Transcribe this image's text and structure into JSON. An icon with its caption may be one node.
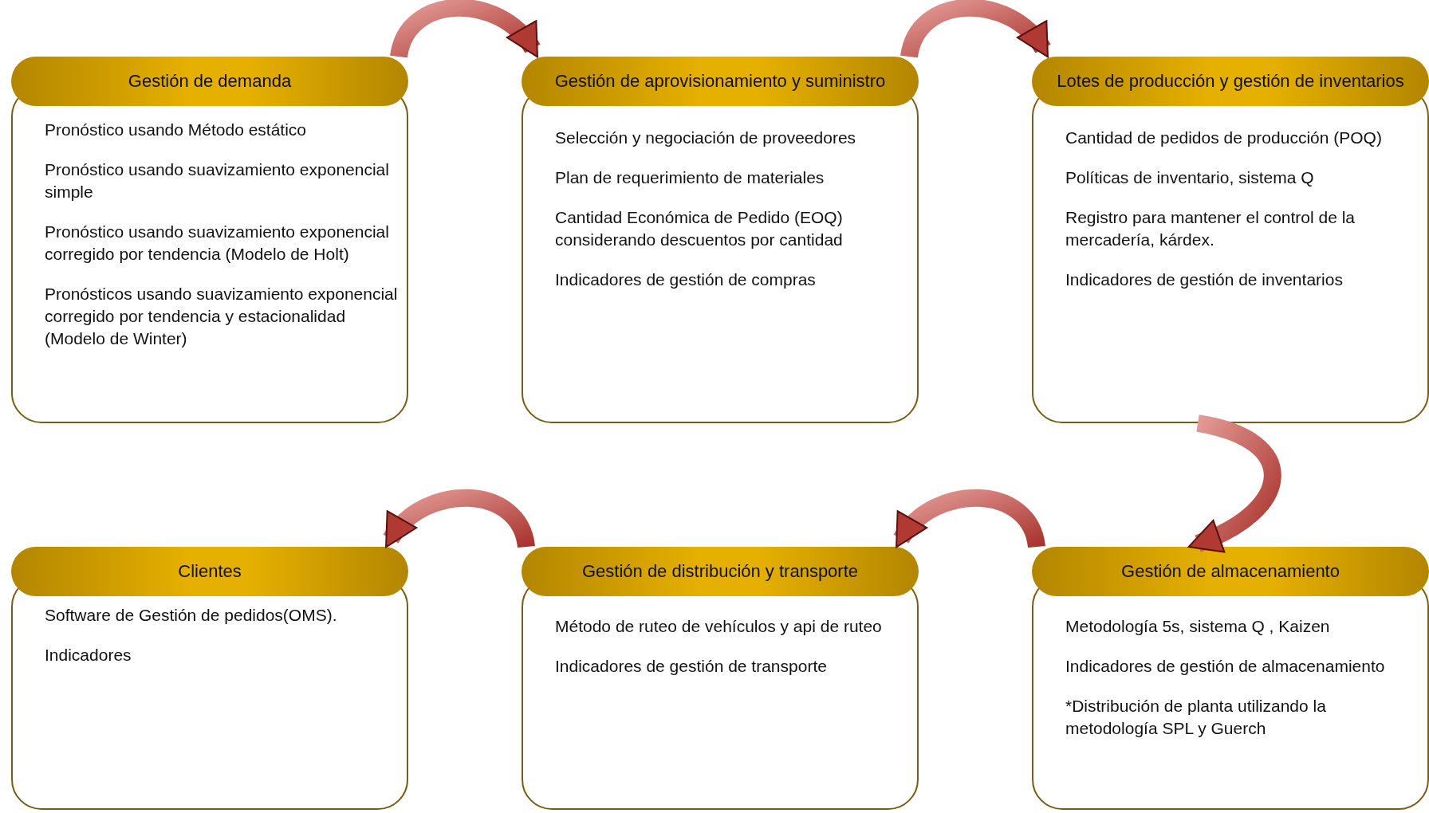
{
  "diagram": {
    "nodes": [
      {
        "text": [
          "Gestión de demanda",
          "Pronóstico usando Método estático",
          "Pronóstico usando suavizamiento exponencial simple",
          "Pronóstico usando suavizamiento exponencial corregido por tendencia (Modelo de Holt)",
          "Pronósticos usando suavizamiento exponencial corregido por tendencia y estacionalidad (Modelo de Winter)"
        ]
      },
      {
        "text": [
          "Gestión de aprovisionamiento y suministro",
          "Selección y negociación de proveedores",
          "Plan de requerimiento de materiales",
          "Cantidad Económica de Pedido (EOQ) considerando descuentos por cantidad",
          "Indicadores de gestión de compras"
        ]
      },
      {
        "text": [
          "Lotes de producción y gestión de inventarios",
          "Cantidad de pedidos de producción (POQ)",
          "Políticas de inventario, sistema Q",
          "Registro para mantener el control de la mercadería, kárdex.",
          "Indicadores de gestión de inventarios"
        ]
      },
      {
        "text": [
          "Clientes",
          "Software de Gestión de pedidos(OMS).",
          "Indicadores"
        ]
      },
      {
        "text": [
          "Gestión de distribución y transporte",
          "Método de ruteo de vehículos y api de ruteo",
          "Indicadores de gestión de transporte"
        ]
      },
      {
        "text": [
          "Gestión de almacenamiento",
          "Metodología 5s, sistema Q , Kaizen",
          "Indicadores de gestión de almacenamiento",
          "*Distribución de planta utilizando la metodología SPL y Guerch"
        ]
      }
    ],
    "edges": [
      {
        "from": 0,
        "to": 1,
        "arrow": "to"
      },
      {
        "from": 1,
        "to": 2,
        "arrow": "to"
      },
      {
        "from": 2,
        "to": 5,
        "arrow": "to"
      },
      {
        "from": 5,
        "to": 4,
        "arrow": "to"
      },
      {
        "from": 4,
        "to": 3,
        "arrow": "to"
      }
    ]
  }
}
